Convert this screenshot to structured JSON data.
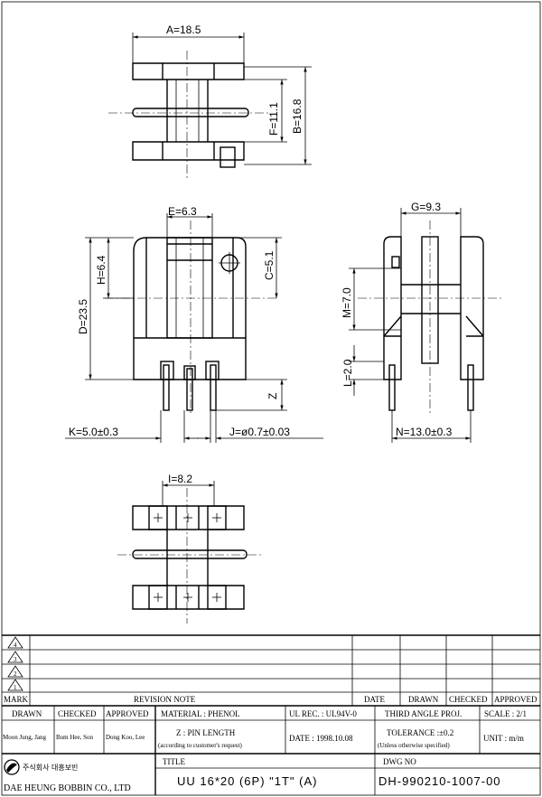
{
  "dimensions": {
    "A": "A=18.5",
    "B": "B=16.8",
    "F": "F=11.1",
    "E": "E=6.3",
    "H": "H=6.4",
    "C": "C=5.1",
    "D": "D=23.5",
    "Z": "Z",
    "K": "K=5.0±0.3",
    "J": "J=ø0.7±0.03",
    "G": "G=9.3",
    "M": "M=7.0",
    "L": "L=2.0",
    "N": "N=13.0±0.3",
    "I": "I=8.2"
  },
  "revision": {
    "marks": [
      "4",
      "3",
      "2",
      "1"
    ],
    "headers": {
      "mark": "MARK",
      "note": "REVISION NOTE",
      "date": "DATE",
      "drawn": "DRAWN",
      "checked": "CHECKED",
      "approved": "APPROVED"
    }
  },
  "title_block": {
    "drawn_label": "DRAWN",
    "checked_label": "CHECKED",
    "approved_label": "APPROVED",
    "drawn_by": "Moon Jung, Jang",
    "checked_by": "Bum Hee, Son",
    "approved_by": "Dong Koo, Lee",
    "material": "MATERIAL : PHENOL",
    "ul_rec": "UL REC. : UL94V-0",
    "projection": "THIRD ANGLE PROJ.",
    "scale": "SCALE : 2/1",
    "pin_length": "Z : PIN LENGTH",
    "pin_length_note": "(according to customer's request)",
    "date": "DATE : 1998.10.08",
    "tolerance": "TOLERANCE :±0.2",
    "tolerance_note": "(Unless otherwise specified)",
    "unit": "UNIT : m/m",
    "company_korean": "주식회사 대흥보빈",
    "company_english": "DAE HEUNG BOBBIN CO., LTD",
    "title_label": "TITLE",
    "title": "UU 16*20 (6P) \"1T\" (A)",
    "dwg_label": "DWG NO",
    "dwg_no": "DH-990210-1007-00"
  }
}
